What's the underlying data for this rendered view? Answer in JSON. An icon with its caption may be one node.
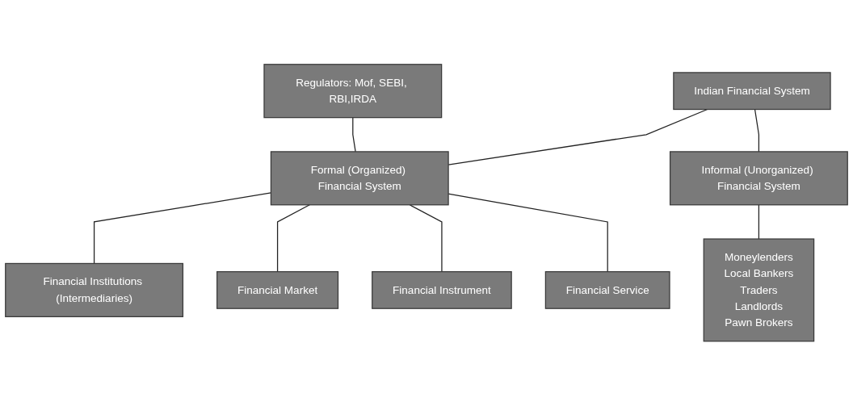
{
  "diagram": {
    "nodes": [
      {
        "text": [
          "Indian Financial System"
        ]
      },
      {
        "text": [
          "Regulators: Mof, SEBI, RBI,IRDA"
        ]
      },
      {
        "text": [
          "Formal (Organized) Financial System"
        ]
      },
      {
        "text": [
          "Informal (Unorganized) Financial System"
        ]
      },
      {
        "text": [
          "Financial Institutions (Intermediaries)"
        ]
      },
      {
        "text": [
          "Financial Market"
        ]
      },
      {
        "text": [
          "Financial Instrument"
        ]
      },
      {
        "text": [
          "Financial Service"
        ]
      },
      {
        "text": [
          "Moneylenders",
          "Local Bankers",
          "Traders",
          "Landlords",
          "Pawn Brokers"
        ]
      }
    ],
    "edges": [
      {
        "from": 0,
        "to": 2,
        "arrow": "none"
      },
      {
        "from": 0,
        "to": 3,
        "arrow": "none"
      },
      {
        "from": 1,
        "to": 2,
        "arrow": "none"
      },
      {
        "from": 2,
        "to": 4,
        "arrow": "none"
      },
      {
        "from": 2,
        "to": 5,
        "arrow": "none"
      },
      {
        "from": 2,
        "to": 6,
        "arrow": "none"
      },
      {
        "from": 2,
        "to": 7,
        "arrow": "none"
      },
      {
        "from": 3,
        "to": 8,
        "arrow": "none"
      }
    ]
  }
}
